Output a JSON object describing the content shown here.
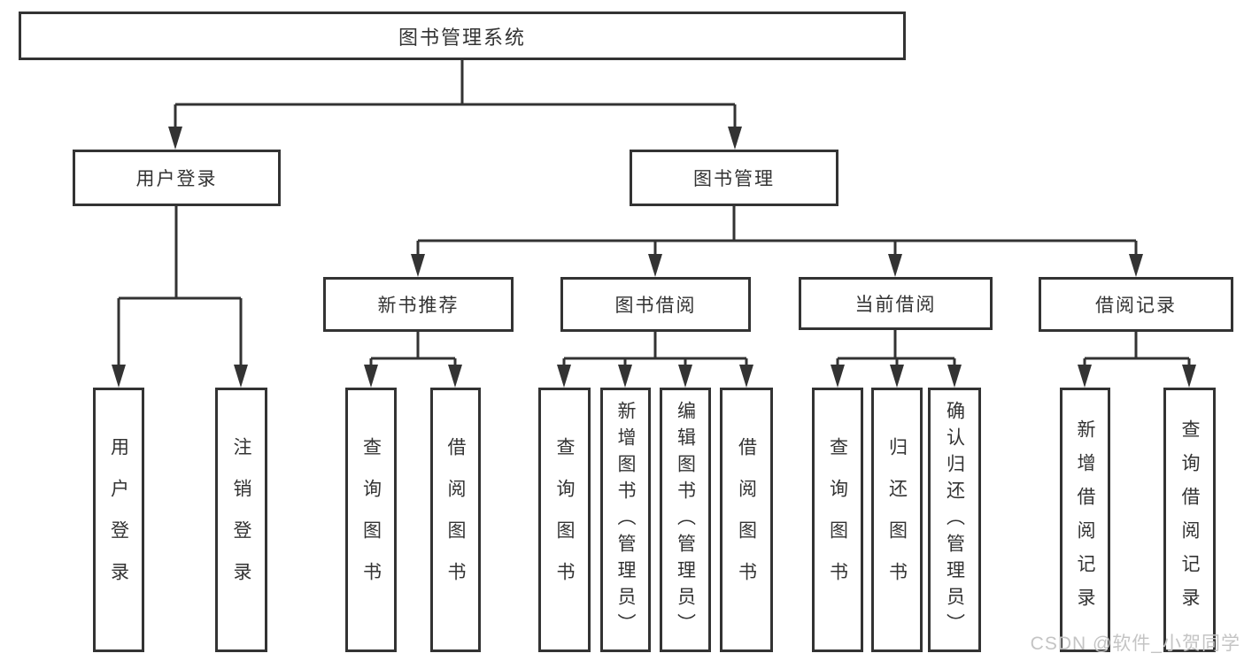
{
  "diagram": {
    "root": {
      "label": "图书管理系统"
    },
    "branches": [
      {
        "label": "用户登录",
        "children": [
          {
            "label": "用户登录"
          },
          {
            "label": "注销登录"
          }
        ]
      },
      {
        "label": "图书管理",
        "children": [
          {
            "label": "新书推荐",
            "children": [
              {
                "label": "查询图书"
              },
              {
                "label": "借阅图书"
              }
            ]
          },
          {
            "label": "图书借阅",
            "children": [
              {
                "label": "查询图书"
              },
              {
                "label": "新增图书（管理员）"
              },
              {
                "label": "编辑图书（管理员）"
              },
              {
                "label": "借阅图书"
              }
            ]
          },
          {
            "label": "当前借阅",
            "children": [
              {
                "label": "查询图书"
              },
              {
                "label": "归还图书"
              },
              {
                "label": "确认归还（管理员）"
              }
            ]
          },
          {
            "label": "借阅记录",
            "children": [
              {
                "label": "新增借阅记录"
              },
              {
                "label": "查询借阅记录"
              }
            ]
          }
        ]
      }
    ]
  },
  "watermark": {
    "text": "CSDN @软件_小贺同学"
  },
  "colors": {
    "line": "#333333",
    "box_border": "#333333",
    "text": "#333333",
    "background": "#ffffff",
    "watermark": "#c4c4c4"
  }
}
